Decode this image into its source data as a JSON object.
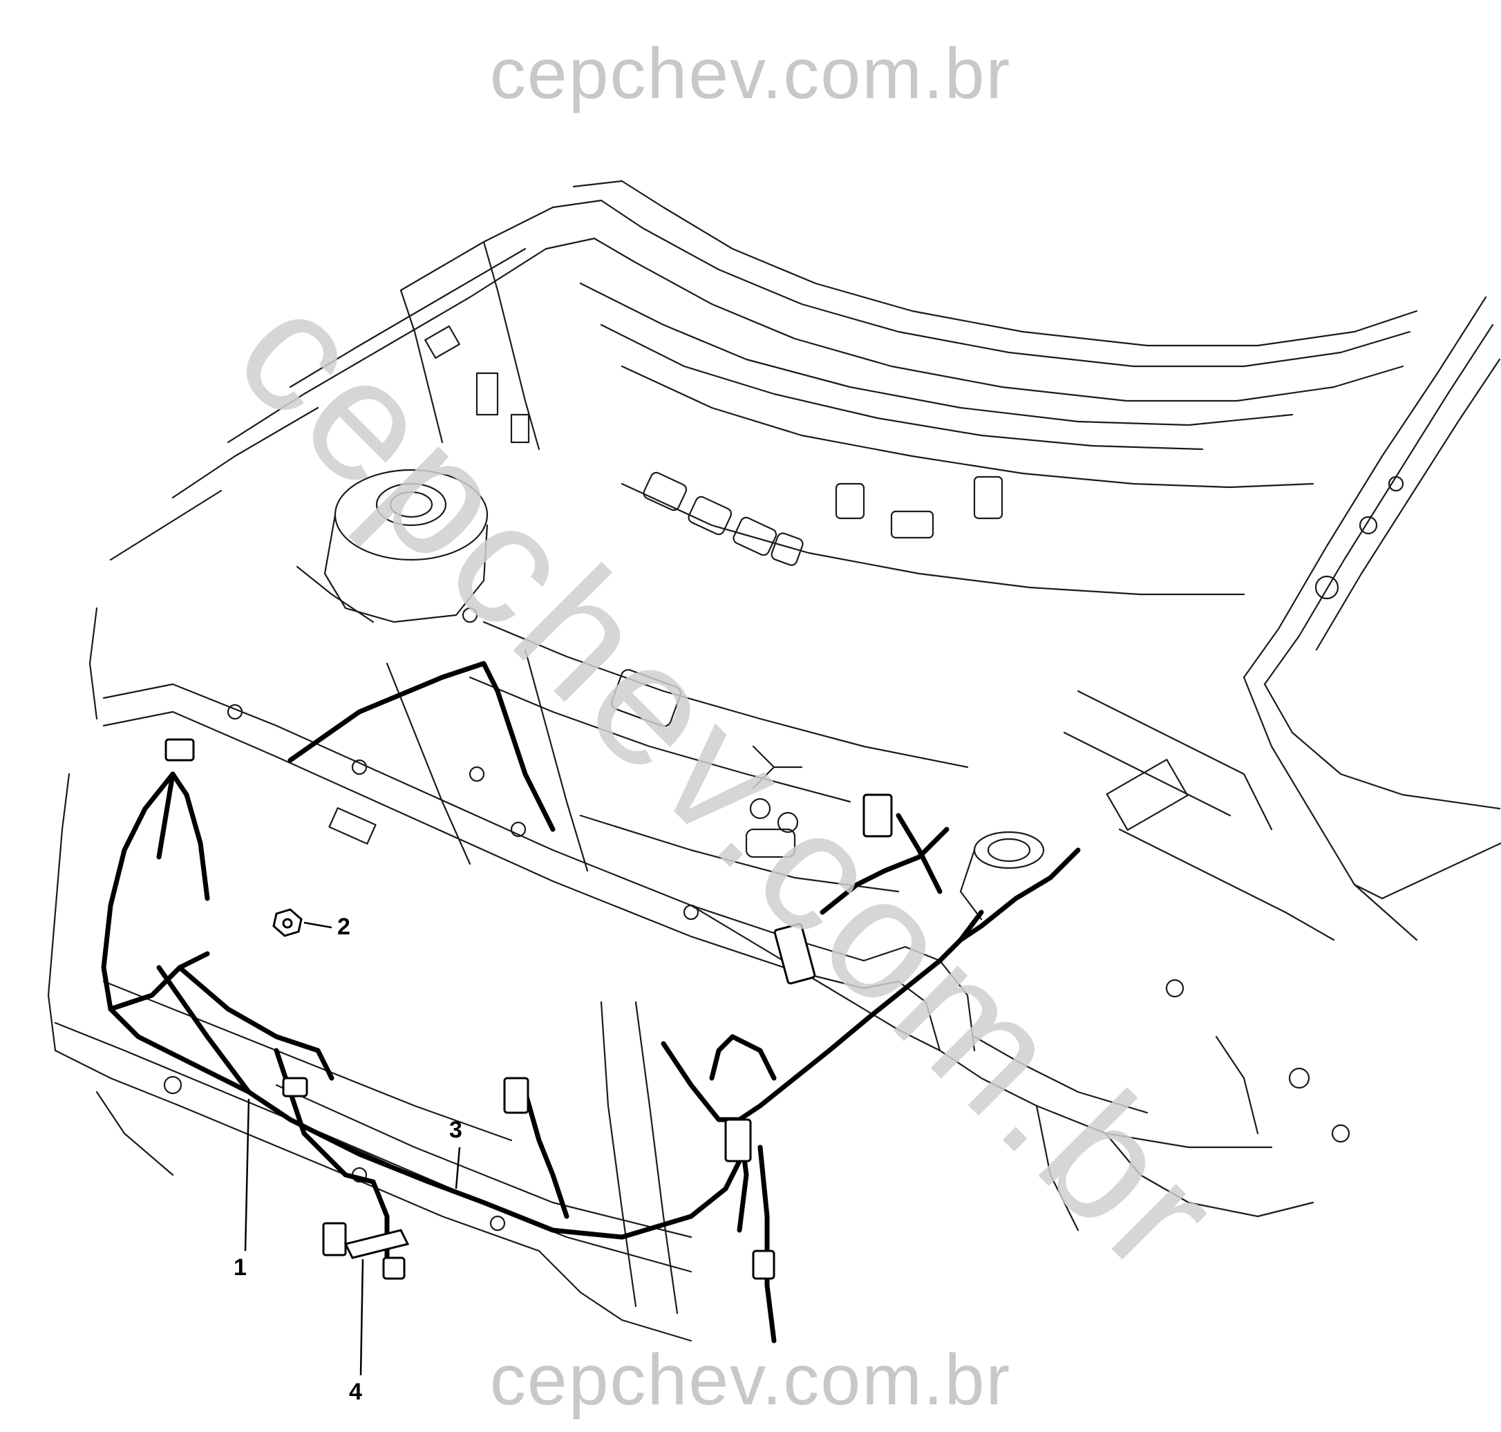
{
  "watermark": {
    "top": "cepchev.com.br",
    "diagonal": "cepchev.com.br",
    "bottom": "cepchev.com.br",
    "color": "#c8c8c8"
  },
  "callouts": [
    {
      "id": "1",
      "label": "1"
    },
    {
      "id": "2",
      "label": "2"
    },
    {
      "id": "3",
      "label": "3"
    },
    {
      "id": "4",
      "label": "4"
    }
  ],
  "colors": {
    "line": "#1a1a1a",
    "harness": "#000000",
    "background": "#ffffff"
  }
}
